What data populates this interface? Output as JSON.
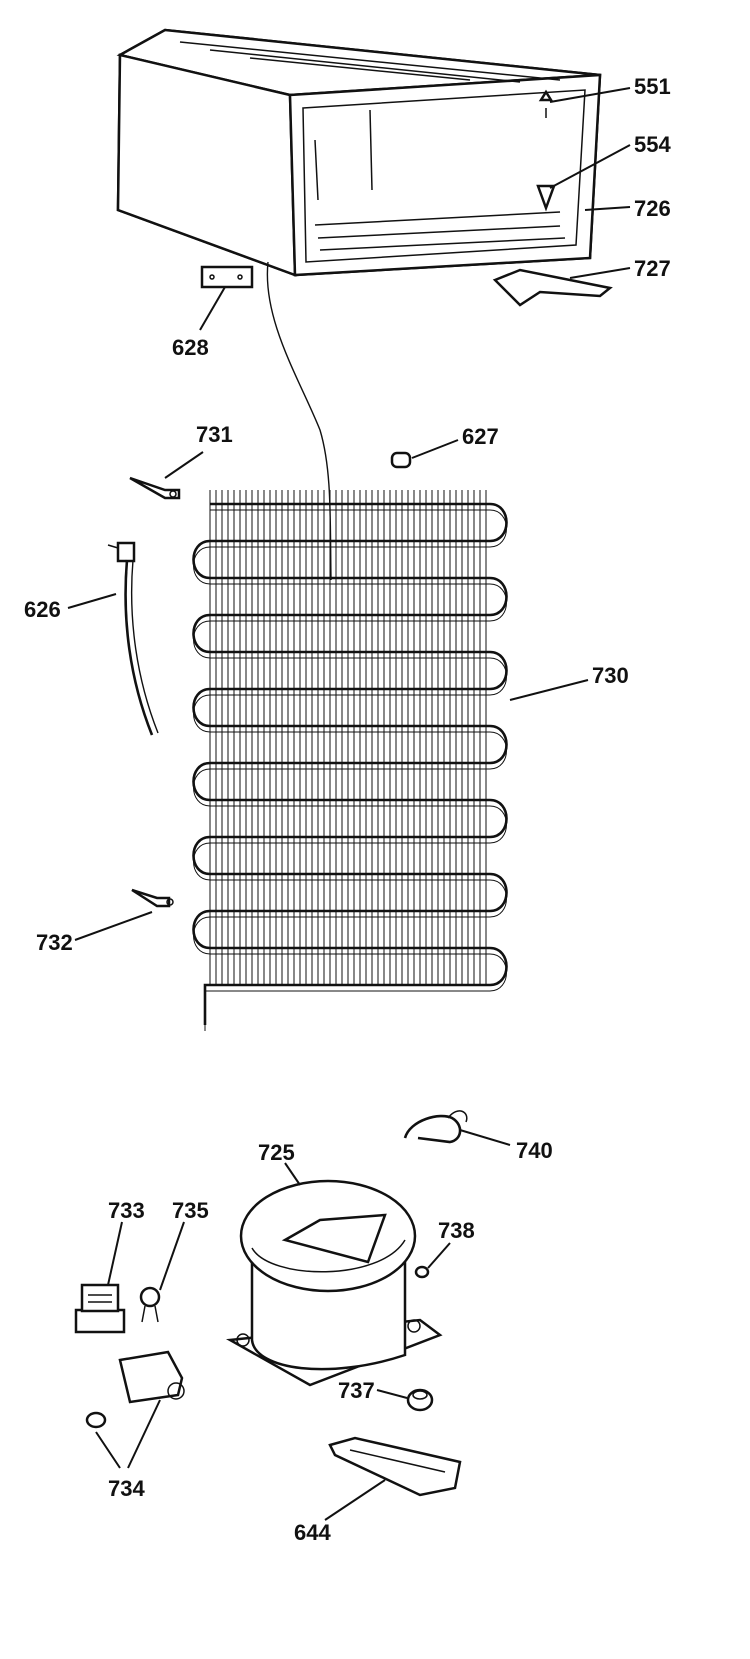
{
  "labels": {
    "p551": "551",
    "p554": "554",
    "p726": "726",
    "p727": "727",
    "p628": "628",
    "p731": "731",
    "p627": "627",
    "p626": "626",
    "p730": "730",
    "p732": "732",
    "p725": "725",
    "p740": "740",
    "p733": "733",
    "p735": "735",
    "p738": "738",
    "p737": "737",
    "p734": "734",
    "p644": "644"
  }
}
